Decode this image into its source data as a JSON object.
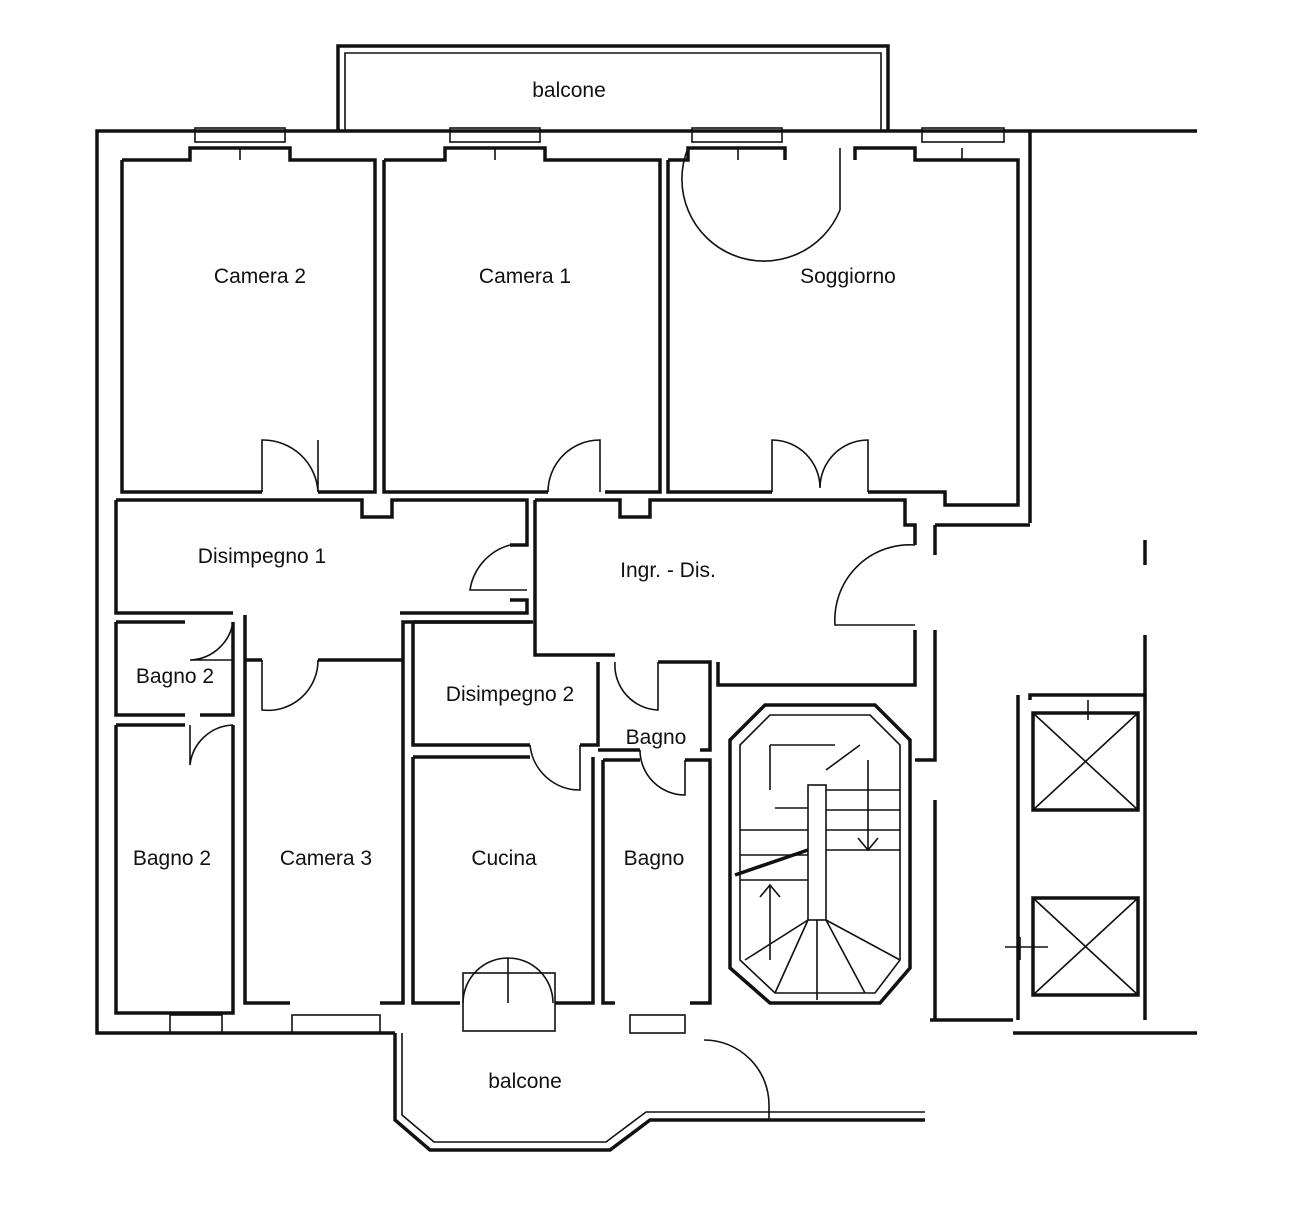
{
  "plan": {
    "rooms": {
      "balcone_top": "balcone",
      "camera2": "Camera 2",
      "camera1": "Camera 1",
      "soggiorno": "Soggiorno",
      "disimpegno1": "Disimpegno 1",
      "ingresso": "Ingr. - Dis.",
      "bagno2_small": "Bagno 2",
      "bagno2_large": "Bagno 2",
      "camera3": "Camera 3",
      "disimpegno2": "Disimpegno 2",
      "bagno_upper": "Bagno",
      "cucina": "Cucina",
      "bagno_lower": "Bagno",
      "balcone_bottom": "balcone"
    }
  }
}
